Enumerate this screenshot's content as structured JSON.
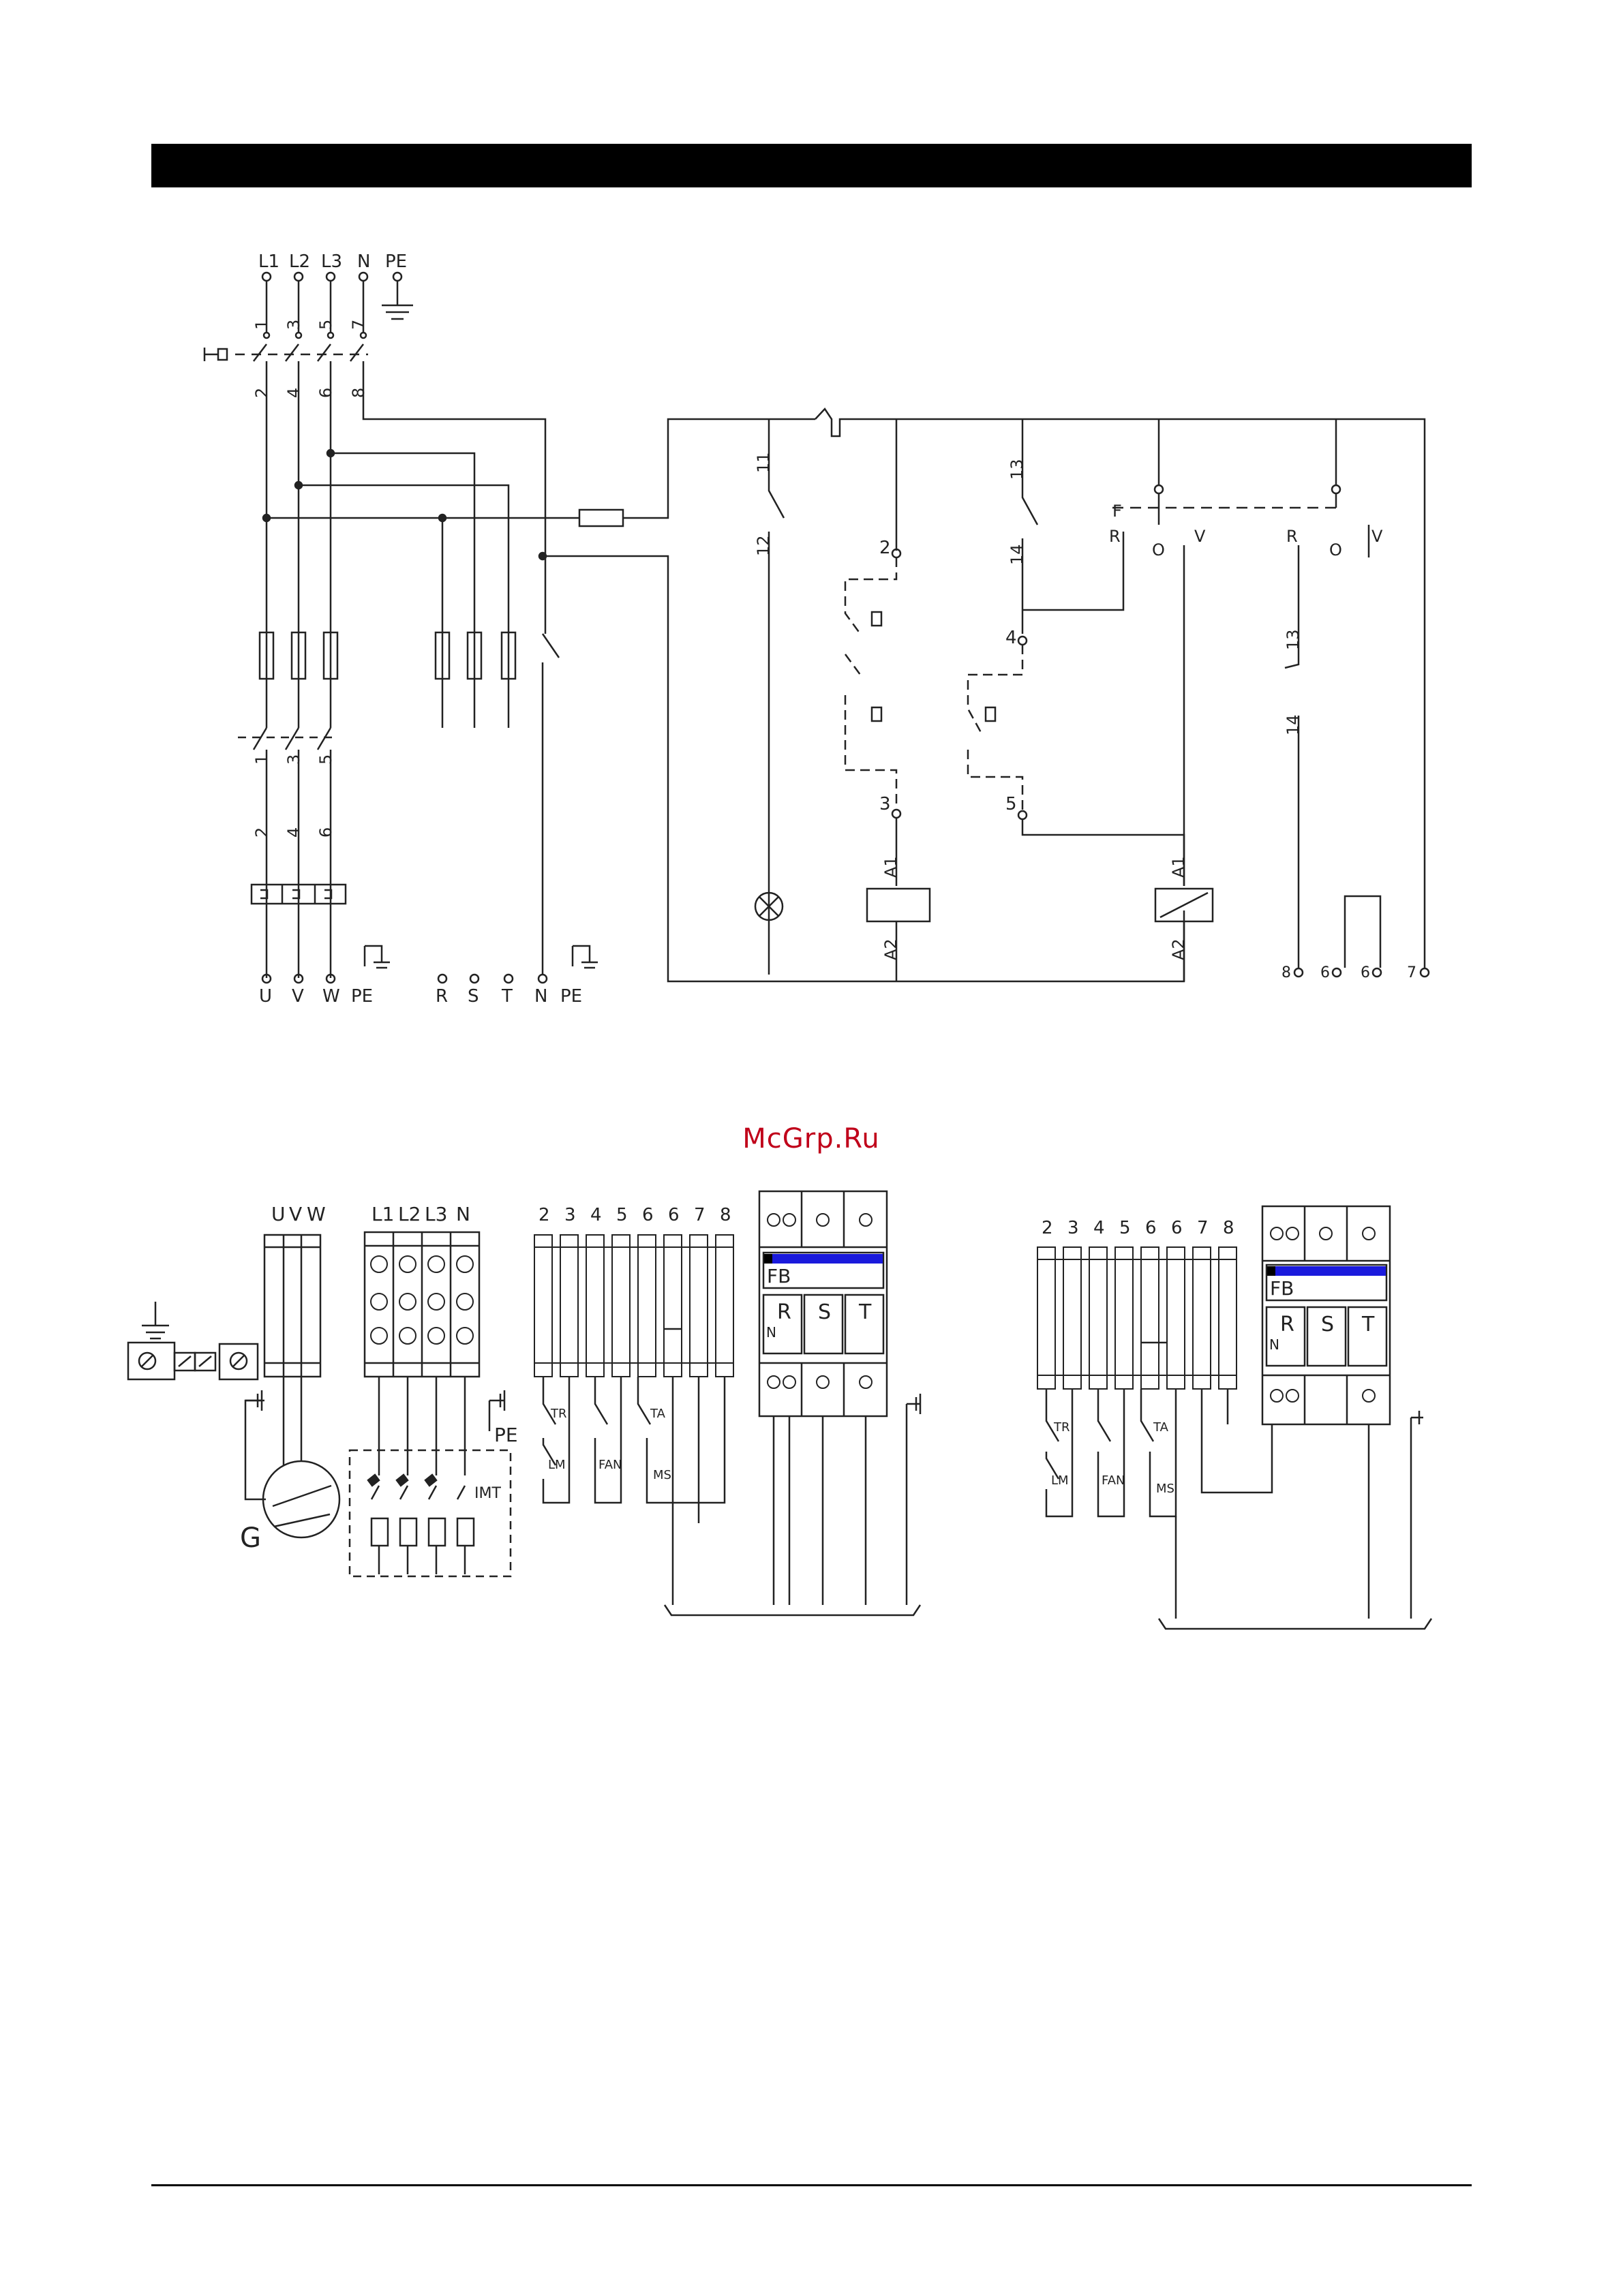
{
  "watermark": "McGrp.Ru",
  "colors": {
    "ink": "#222222",
    "accent_blue": "#1a1adc",
    "watermark_red": "#c0001a"
  },
  "schematic": {
    "supply_labels": [
      "L1",
      "L2",
      "L3",
      "N",
      "PE"
    ],
    "switch_top_numbers": [
      "1",
      "3",
      "5",
      "7"
    ],
    "switch_bottom_numbers": [
      "2",
      "4",
      "6",
      "8"
    ],
    "breaker_top_numbers": [
      "1",
      "3",
      "5"
    ],
    "breaker_bottom_numbers": [
      "2",
      "4",
      "6"
    ],
    "motor_out_labels": [
      "U",
      "V",
      "W",
      "PE"
    ],
    "aux_out_labels": [
      "R",
      "S",
      "T",
      "N",
      "PE"
    ],
    "contact_11": "11",
    "contact_12": "12",
    "contact_13": "13",
    "contact_14": "14",
    "relay_terms": [
      "2",
      "3",
      "4",
      "5"
    ],
    "coil_a1": "A1",
    "coil_a2": "A2",
    "selector_left": [
      "R",
      "O",
      "V"
    ],
    "selector_right": [
      "R",
      "O",
      "V"
    ],
    "selector_mark": "F",
    "right_contact_top": "13",
    "right_contact_bottom": "14",
    "right_terminals": [
      "8",
      "6",
      "6",
      "7"
    ]
  },
  "left_panel": {
    "motor_terms": [
      "U",
      "V",
      "W"
    ],
    "main_terms": [
      "L1",
      "L2",
      "L3",
      "N"
    ],
    "ctrl_terms": [
      "2",
      "3",
      "4",
      "5",
      "6",
      "6",
      "7",
      "8"
    ],
    "fb_label": "FB",
    "fb_phases": [
      "R",
      "S",
      "T"
    ],
    "fb_n": "N",
    "pe_label": "PE",
    "imt_label": "IMT",
    "motor_label": "G",
    "wire_tr": "TR",
    "wire_lm": "LM",
    "wire_fan": "FAN",
    "wire_ta": "TA",
    "wire_ms": "MS"
  },
  "right_panel": {
    "ctrl_terms": [
      "2",
      "3",
      "4",
      "5",
      "6",
      "6",
      "7",
      "8"
    ],
    "fb_label": "FB",
    "fb_phases": [
      "R",
      "S",
      "T"
    ],
    "fb_n": "N",
    "wire_tr": "TR",
    "wire_lm": "LM",
    "wire_fan": "FAN",
    "wire_ta": "TA",
    "wire_ms": "MS"
  }
}
